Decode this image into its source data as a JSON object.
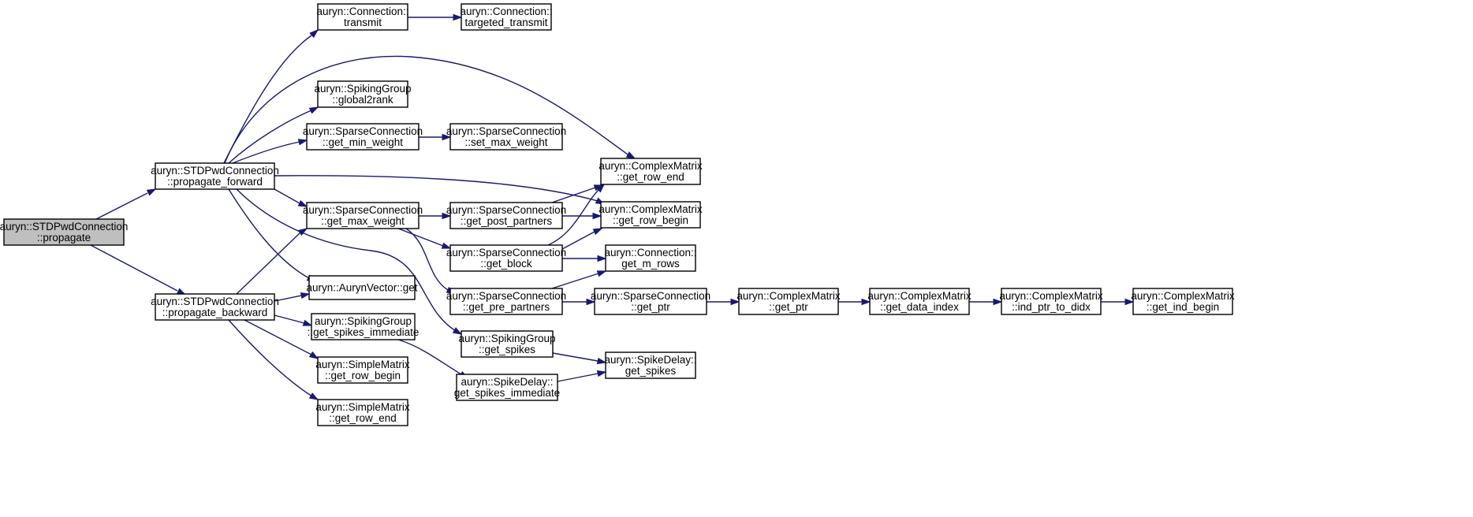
{
  "diagram": {
    "type": "call-graph",
    "colors": {
      "edge": "#191970",
      "root_fill": "#bfbfbf",
      "node_fill": "#ffffff",
      "border": "#000000"
    },
    "nodes": [
      {
        "id": "propagate",
        "root": true,
        "lines": [
          "auryn::STDPwdConnection",
          "::propagate"
        ]
      },
      {
        "id": "propagate_forward",
        "lines": [
          "auryn::STDPwdConnection",
          "::propagate_forward"
        ]
      },
      {
        "id": "propagate_backward",
        "lines": [
          "auryn::STDPwdConnection",
          "::propagate_backward"
        ]
      },
      {
        "id": "conn_transmit",
        "lines": [
          "auryn::Connection::",
          "transmit"
        ]
      },
      {
        "id": "conn_targeted_transmit",
        "lines": [
          "auryn::Connection::",
          "targeted_transmit"
        ]
      },
      {
        "id": "sg_global2rank",
        "lines": [
          "auryn::SpikingGroup",
          "::global2rank"
        ]
      },
      {
        "id": "sc_get_min_weight",
        "lines": [
          "auryn::SparseConnection",
          "::get_min_weight"
        ]
      },
      {
        "id": "sc_set_max_weight",
        "lines": [
          "auryn::SparseConnection",
          "::set_max_weight"
        ]
      },
      {
        "id": "cm_get_row_end",
        "lines": [
          "auryn::ComplexMatrix",
          "::get_row_end"
        ]
      },
      {
        "id": "cm_get_row_begin",
        "lines": [
          "auryn::ComplexMatrix",
          "::get_row_begin"
        ]
      },
      {
        "id": "sc_get_max_weight",
        "lines": [
          "auryn::SparseConnection",
          "::get_max_weight"
        ]
      },
      {
        "id": "sc_get_post_partners",
        "lines": [
          "auryn::SparseConnection",
          "::get_post_partners"
        ]
      },
      {
        "id": "sc_get_block",
        "lines": [
          "auryn::SparseConnection",
          "::get_block"
        ]
      },
      {
        "id": "conn_get_m_rows",
        "lines": [
          "auryn::Connection::",
          "get_m_rows"
        ]
      },
      {
        "id": "av_get",
        "lines": [
          "auryn::AurynVector::get"
        ]
      },
      {
        "id": "sc_get_pre_partners",
        "lines": [
          "auryn::SparseConnection",
          "::get_pre_partners"
        ]
      },
      {
        "id": "sc_get_ptr",
        "lines": [
          "auryn::SparseConnection",
          "::get_ptr"
        ]
      },
      {
        "id": "cm_get_ptr",
        "lines": [
          "auryn::ComplexMatrix",
          "::get_ptr"
        ]
      },
      {
        "id": "cm_get_data_index",
        "lines": [
          "auryn::ComplexMatrix",
          "::get_data_index"
        ]
      },
      {
        "id": "cm_ind_ptr_to_didx",
        "lines": [
          "auryn::ComplexMatrix",
          "::ind_ptr_to_didx"
        ]
      },
      {
        "id": "cm_get_ind_begin",
        "lines": [
          "auryn::ComplexMatrix",
          "::get_ind_begin"
        ]
      },
      {
        "id": "sg_get_spikes_immediate",
        "lines": [
          "auryn::SpikingGroup",
          "::get_spikes_immediate"
        ]
      },
      {
        "id": "sg_get_spikes",
        "lines": [
          "auryn::SpikingGroup",
          "::get_spikes"
        ]
      },
      {
        "id": "sd_get_spikes",
        "lines": [
          "auryn::SpikeDelay::",
          "get_spikes"
        ]
      },
      {
        "id": "sd_get_spikes_immediate",
        "lines": [
          "auryn::SpikeDelay::",
          "get_spikes_immediate"
        ]
      },
      {
        "id": "sm_get_row_begin",
        "lines": [
          "auryn::SimpleMatrix",
          "::get_row_begin"
        ]
      },
      {
        "id": "sm_get_row_end",
        "lines": [
          "auryn::SimpleMatrix",
          "::get_row_end"
        ]
      }
    ],
    "edges": [
      {
        "from": "propagate",
        "to": "propagate_forward"
      },
      {
        "from": "propagate",
        "to": "propagate_backward"
      },
      {
        "from": "propagate_forward",
        "to": "conn_transmit"
      },
      {
        "from": "conn_transmit",
        "to": "conn_targeted_transmit"
      },
      {
        "from": "propagate_forward",
        "to": "cm_get_row_end"
      },
      {
        "from": "propagate_forward",
        "to": "sg_global2rank"
      },
      {
        "from": "propagate_forward",
        "to": "sc_get_min_weight"
      },
      {
        "from": "sc_get_min_weight",
        "to": "sc_set_max_weight"
      },
      {
        "from": "propagate_forward",
        "to": "cm_get_row_begin"
      },
      {
        "from": "propagate_forward",
        "to": "sc_get_max_weight"
      },
      {
        "from": "propagate_forward",
        "to": "av_get"
      },
      {
        "from": "propagate_forward",
        "to": "sg_get_spikes"
      },
      {
        "from": "sc_get_max_weight",
        "to": "sc_get_post_partners"
      },
      {
        "from": "sc_get_max_weight",
        "to": "sc_get_block"
      },
      {
        "from": "sc_get_max_weight",
        "to": "sc_get_pre_partners"
      },
      {
        "from": "sc_get_post_partners",
        "to": "cm_get_row_end"
      },
      {
        "from": "sc_get_post_partners",
        "to": "cm_get_row_begin"
      },
      {
        "from": "sc_get_block",
        "to": "cm_get_row_end"
      },
      {
        "from": "sc_get_block",
        "to": "cm_get_row_begin"
      },
      {
        "from": "sc_get_block",
        "to": "conn_get_m_rows"
      },
      {
        "from": "sc_get_pre_partners",
        "to": "conn_get_m_rows"
      },
      {
        "from": "sc_get_pre_partners",
        "to": "sc_get_ptr"
      },
      {
        "from": "sc_get_ptr",
        "to": "cm_get_ptr"
      },
      {
        "from": "cm_get_ptr",
        "to": "cm_get_data_index"
      },
      {
        "from": "cm_get_data_index",
        "to": "cm_ind_ptr_to_didx"
      },
      {
        "from": "cm_ind_ptr_to_didx",
        "to": "cm_get_ind_begin"
      },
      {
        "from": "propagate_backward",
        "to": "sc_get_max_weight"
      },
      {
        "from": "propagate_backward",
        "to": "av_get"
      },
      {
        "from": "propagate_backward",
        "to": "sg_get_spikes_immediate"
      },
      {
        "from": "propagate_backward",
        "to": "sm_get_row_begin"
      },
      {
        "from": "propagate_backward",
        "to": "sm_get_row_end"
      },
      {
        "from": "sg_get_spikes_immediate",
        "to": "sd_get_spikes_immediate"
      },
      {
        "from": "sg_get_spikes",
        "to": "sd_get_spikes"
      },
      {
        "from": "sd_get_spikes_immediate",
        "to": "sd_get_spikes"
      }
    ]
  }
}
